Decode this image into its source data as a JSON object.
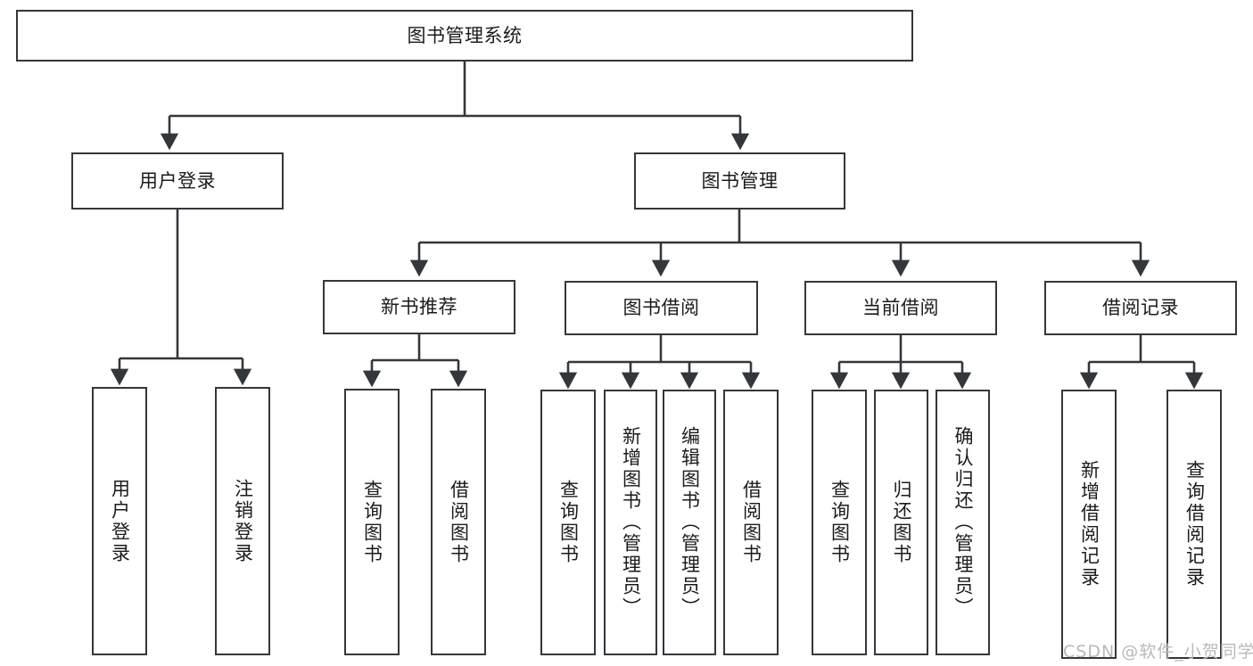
{
  "diagram": {
    "title": "图书管理系统",
    "type": "tree-hierarchy",
    "root": {
      "label": "图书管理系统"
    },
    "level1": [
      {
        "label": "用户登录"
      },
      {
        "label": "图书管理"
      }
    ],
    "level2": [
      {
        "label": "新书推荐"
      },
      {
        "label": "图书借阅"
      },
      {
        "label": "当前借阅"
      },
      {
        "label": "借阅记录"
      }
    ],
    "leaves": {
      "user_login": [
        {
          "label": "用户登录"
        },
        {
          "label": "注销登录"
        }
      ],
      "new_book_recommend": [
        {
          "label": "查询图书"
        },
        {
          "label": "借阅图书"
        }
      ],
      "book_borrow": [
        {
          "label": "查询图书"
        },
        {
          "label": "新增图书（管理员）"
        },
        {
          "label": "编辑图书（管理员）"
        },
        {
          "label": "借阅图书"
        }
      ],
      "current_borrow": [
        {
          "label": "查询图书"
        },
        {
          "label": "归还图书"
        },
        {
          "label": "确认归还（管理员）"
        }
      ],
      "borrow_record": [
        {
          "label": "新增借阅记录"
        },
        {
          "label": "查询借阅记录"
        }
      ]
    }
  },
  "watermark": {
    "text": "CSDN @软件_小贺同学"
  },
  "colors": {
    "stroke": "#33373b",
    "text": "#1b1b1b",
    "background": "#ffffff",
    "watermark": "#b9b9b9"
  }
}
